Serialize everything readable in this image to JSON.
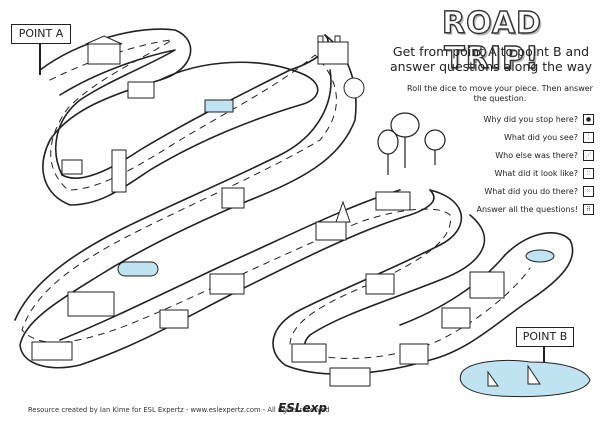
{
  "game": {
    "title": "ROAD TRIP!",
    "subtitle": "Get from point A to point B and answer questions along the way",
    "roll_instruction": "Roll the dice to move your piece. Then answer the question.",
    "questions": [
      {
        "text": "Why did you stop here?",
        "die": 1
      },
      {
        "text": "What did you see?",
        "die": 2
      },
      {
        "text": "Who else was there?",
        "die": 3
      },
      {
        "text": "What did it look like?",
        "die": 4
      },
      {
        "text": "What did you do there?",
        "die": 5
      },
      {
        "text": "Answer all the questions!",
        "die": 6
      }
    ],
    "start_label": "POINT A",
    "end_label": "POINT B"
  },
  "footer": {
    "credit": "Resource created by Ian Kime for ESL Expertz - www.eslexpertz.com - All rights reserved",
    "logo": "ESLexp"
  },
  "colors": {
    "ink": "#222222",
    "water": "#bfe3f0",
    "paper": "#ffffff"
  }
}
